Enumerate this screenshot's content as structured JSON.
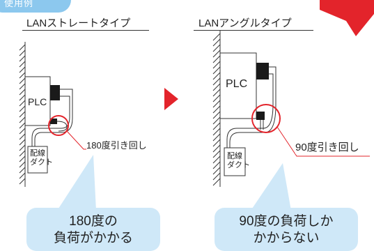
{
  "header": {
    "tab_label": "使用例"
  },
  "left": {
    "title": "LANストレートタイプ",
    "plc_label": "PLC",
    "callout": "180度引き回し",
    "duct_label": "配線\nダクト",
    "bubble_line1": "180度の",
    "bubble_line2": "負荷がかかる"
  },
  "right": {
    "title": "LANアングルタイプ",
    "plc_label": "PLC",
    "callout": "90度引き回し",
    "duct_label": "配線\nダクト",
    "bubble_line1": "90度の負荷しか",
    "bubble_line2": "かからない"
  },
  "colors": {
    "accent_red": "#e3242b",
    "bubble_blue": "#cfe8f8",
    "tab_blue": "#8cc8ee",
    "device_black": "#1a1a1a"
  }
}
